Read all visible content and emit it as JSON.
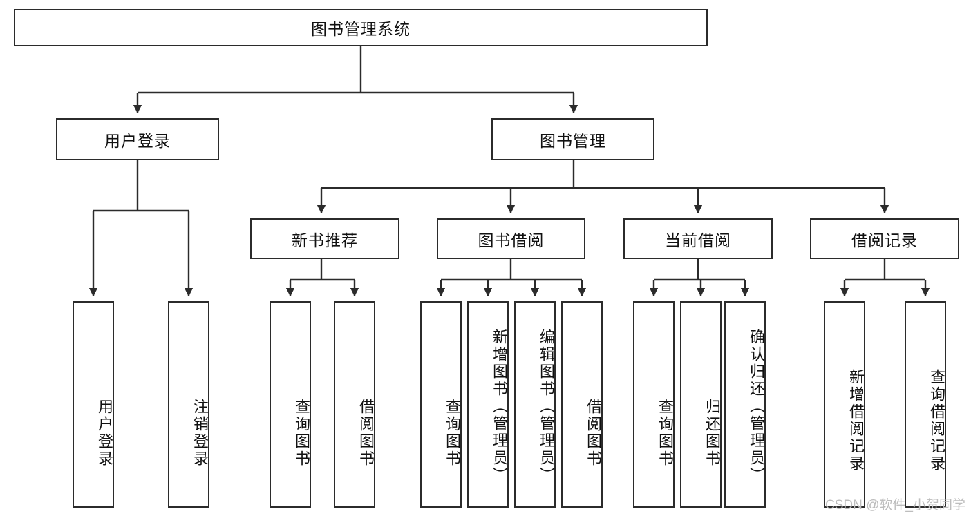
{
  "diagram": {
    "type": "tree",
    "title_node": "图书管理系统",
    "root": {
      "id": "root",
      "label": "图书管理系统"
    },
    "level2": [
      {
        "id": "user-login",
        "label": "用户登录"
      },
      {
        "id": "book-manage",
        "label": "图书管理"
      }
    ],
    "level3": [
      {
        "id": "new-book-recommend",
        "label": "新书推荐"
      },
      {
        "id": "book-borrow",
        "label": "图书借阅"
      },
      {
        "id": "current-borrow",
        "label": "当前借阅"
      },
      {
        "id": "borrow-record",
        "label": "借阅记录"
      }
    ],
    "leaves": {
      "user_login": [
        {
          "id": "leaf-user-login",
          "label": "用户登录"
        },
        {
          "id": "leaf-logout-login",
          "label": "注销登录"
        }
      ],
      "new_book_recommend": [
        {
          "id": "leaf-query-book-1",
          "label": "查询图书"
        },
        {
          "id": "leaf-borrow-book-1",
          "label": "借阅图书"
        }
      ],
      "book_borrow": [
        {
          "id": "leaf-query-book-2",
          "label": "查询图书"
        },
        {
          "id": "leaf-add-book",
          "label": "新增图书（管理员）"
        },
        {
          "id": "leaf-edit-book",
          "label": "编辑图书（管理员）"
        },
        {
          "id": "leaf-borrow-book-2",
          "label": "借阅图书"
        }
      ],
      "current_borrow": [
        {
          "id": "leaf-query-book-3",
          "label": "查询图书"
        },
        {
          "id": "leaf-return-book",
          "label": "归还图书"
        },
        {
          "id": "leaf-confirm-return",
          "label": "确认归还（管理员）"
        }
      ],
      "borrow_record": [
        {
          "id": "leaf-add-borrow-record",
          "label": "新增借阅记录"
        },
        {
          "id": "leaf-query-borrow-record",
          "label": "查询借阅记录"
        }
      ]
    }
  },
  "watermark": {
    "text": "CSDN @软件_小贺同学"
  },
  "colors": {
    "box_border": "#2b2b2b",
    "box_fill": "#ffffff",
    "line": "#2b2b2b",
    "text": "#111111",
    "watermark": "#bdbdbd",
    "background": "#ffffff"
  }
}
